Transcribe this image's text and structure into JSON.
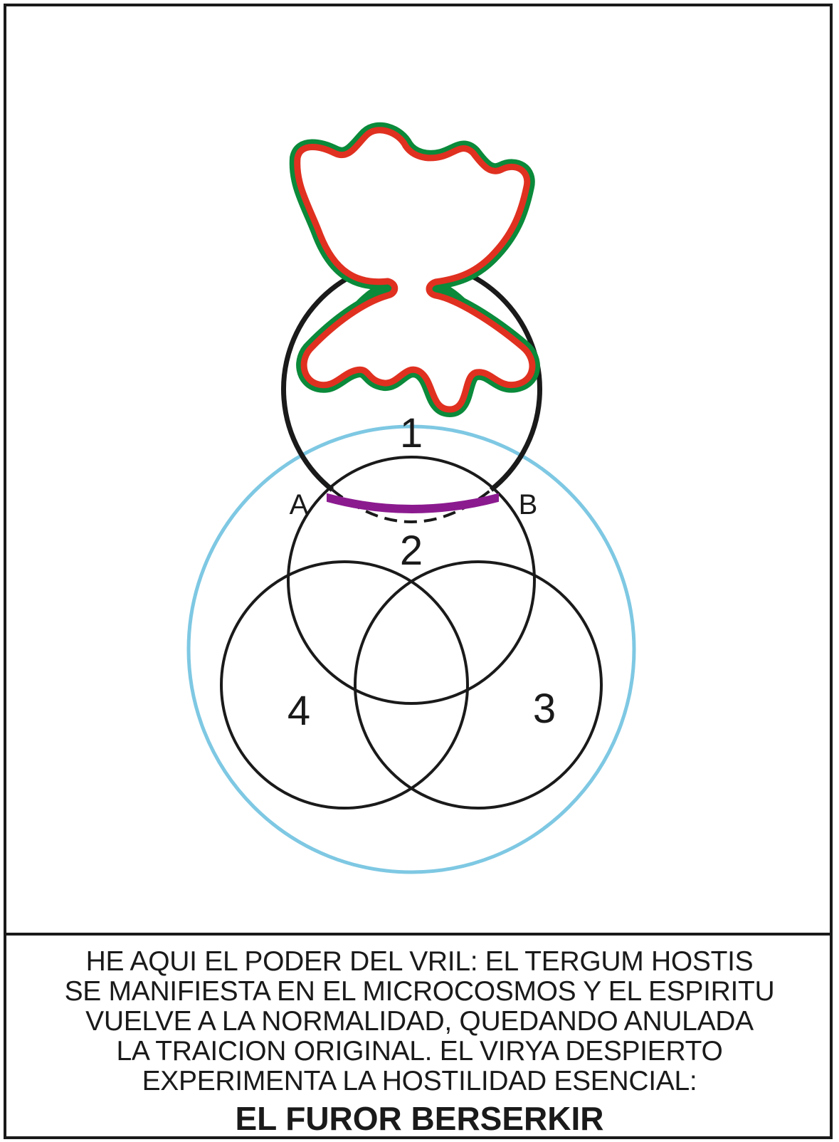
{
  "diagram": {
    "region_labels": [
      "1",
      "2",
      "3",
      "4"
    ],
    "point_labels": [
      "A",
      "B"
    ],
    "colors": {
      "outline": "#1a1a1a",
      "outer_circle": "#7ec8e3",
      "arc_ab": "#8b1a8f",
      "shape_outer": "#0a8a3a",
      "shape_inner": "#e03020"
    }
  },
  "caption": {
    "lines": [
      "HE AQUI EL PODER DEL VRIL: EL TERGUM HOSTIS",
      "SE MANIFIESTA EN EL MICROCOSMOS Y EL ESPIRITU",
      "VUELVE A LA NORMALIDAD, QUEDANDO ANULADA",
      "LA TRAICION ORIGINAL. EL VIRYA DESPIERTO",
      "EXPERIMENTA LA HOSTILIDAD ESENCIAL:"
    ],
    "headline": "EL FUROR BERSERKIR"
  }
}
